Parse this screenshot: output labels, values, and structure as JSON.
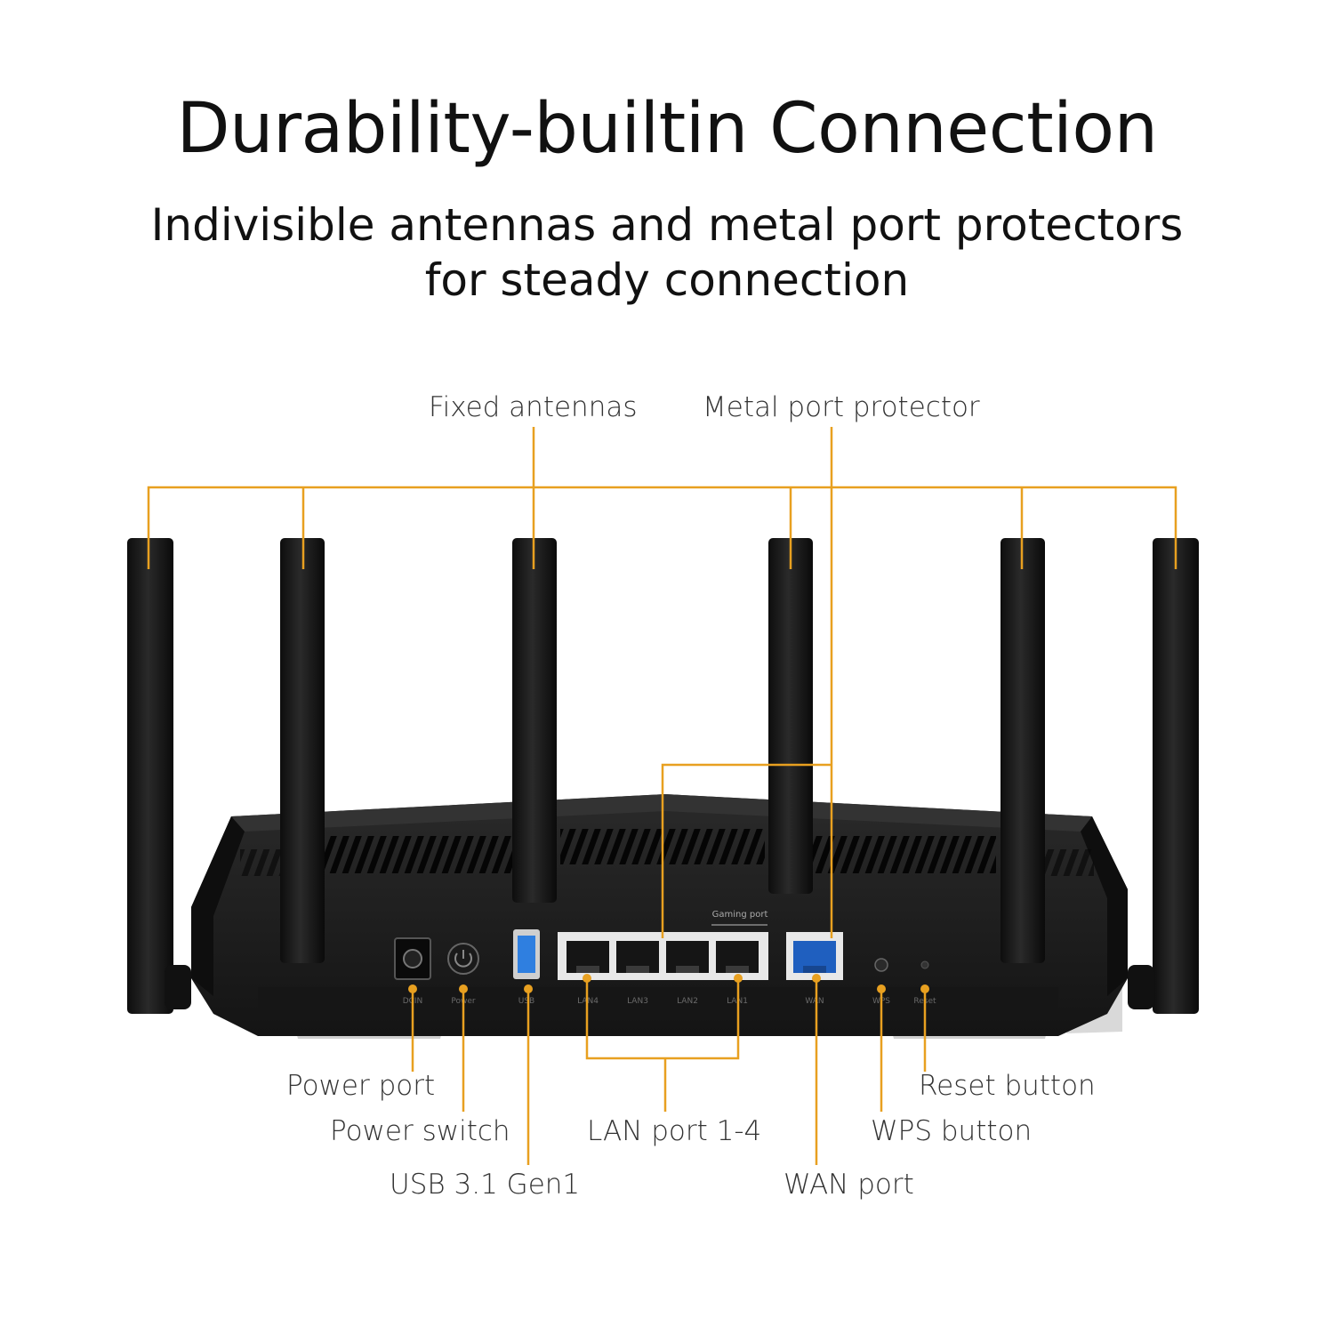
{
  "header": {
    "title": "Durability-builtin Connection",
    "subtitle_line1": "Indivisible antennas and metal port protectors",
    "subtitle_line2": "for steady connection"
  },
  "callouts": {
    "fixed_antennas": "Fixed antennas",
    "metal_port_protector": "Metal port protector",
    "power_port": "Power port",
    "power_switch": "Power switch",
    "usb": "USB 3.1 Gen1",
    "lan_ports": "LAN port 1-4",
    "wan_port": "WAN port",
    "reset_button": "Reset button",
    "wps_button": "WPS button"
  },
  "router": {
    "gaming_port_label": "Gaming port",
    "port_labels": [
      "DCIN",
      "Power",
      "USB",
      "LAN4",
      "LAN3",
      "LAN2",
      "LAN1",
      "WAN",
      "WPS",
      "Reset"
    ]
  },
  "colors": {
    "leader_line": "#E8A020",
    "router_body": "#1b1b1b",
    "wan_port": "#1f5fbf",
    "usb_port": "#2f7fe0"
  }
}
